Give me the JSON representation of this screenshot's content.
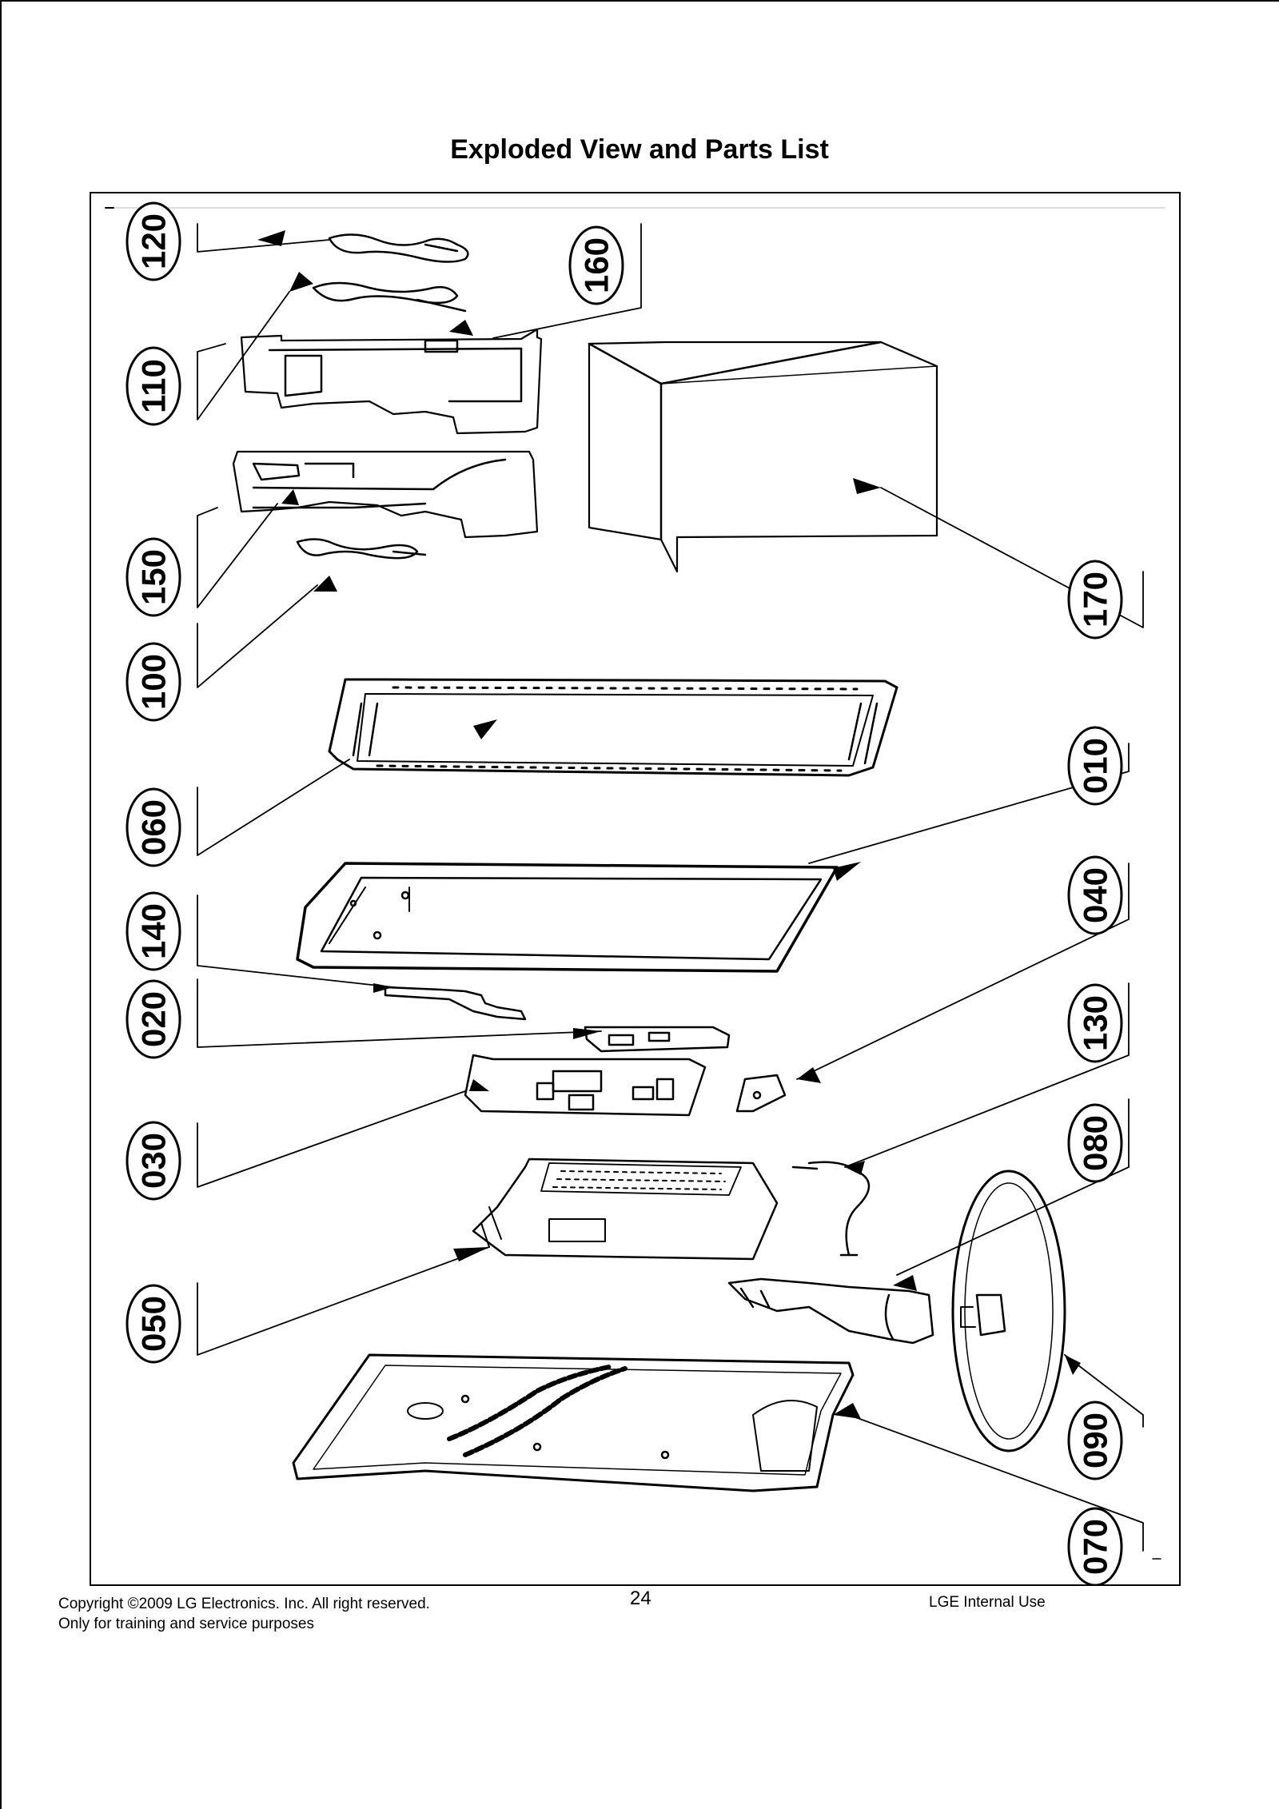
{
  "document": {
    "title": "Exploded View and Parts List"
  },
  "callouts": [
    "120",
    "110",
    "150",
    "100",
    "060",
    "140",
    "020",
    "030",
    "050",
    "160",
    "170",
    "010",
    "040",
    "130",
    "080",
    "090",
    "070"
  ],
  "footer": {
    "copyright_line1": "Copyright ©2009 LG Electronics. Inc. All right reserved.",
    "copyright_line2": "Only for training and service purposes",
    "page_number": "24",
    "classification": "LGE Internal Use"
  }
}
